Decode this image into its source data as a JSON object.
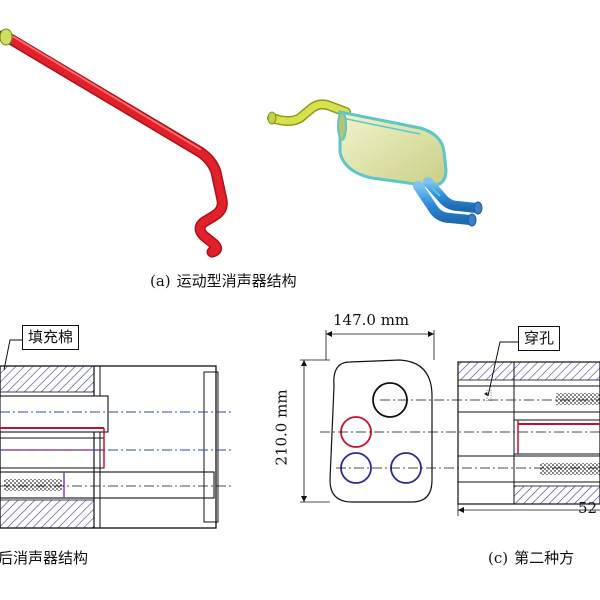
{
  "captions": {
    "a": {
      "label": "(a)",
      "text": "运动型消声器结构"
    },
    "b": {
      "text": "后消声器结构"
    },
    "c": {
      "label": "(c)",
      "text": "第二种方"
    }
  },
  "callouts": {
    "packing": "填充棉",
    "perforation": "穿孔"
  },
  "dimensions": {
    "width": "147.0 mm",
    "height": "210.0 mm",
    "length_partial": "52"
  },
  "colors": {
    "pipe_red": "#e0202a",
    "pipe_yellow": "#d9e04a",
    "pipe_blue": "#2f8fe0",
    "muffler_body": "#e6eab0",
    "muffler_teal": "#5cc6c8",
    "hatch": "#3a3aa8",
    "centerline": "#3344aa",
    "red_line": "#c8102e"
  }
}
